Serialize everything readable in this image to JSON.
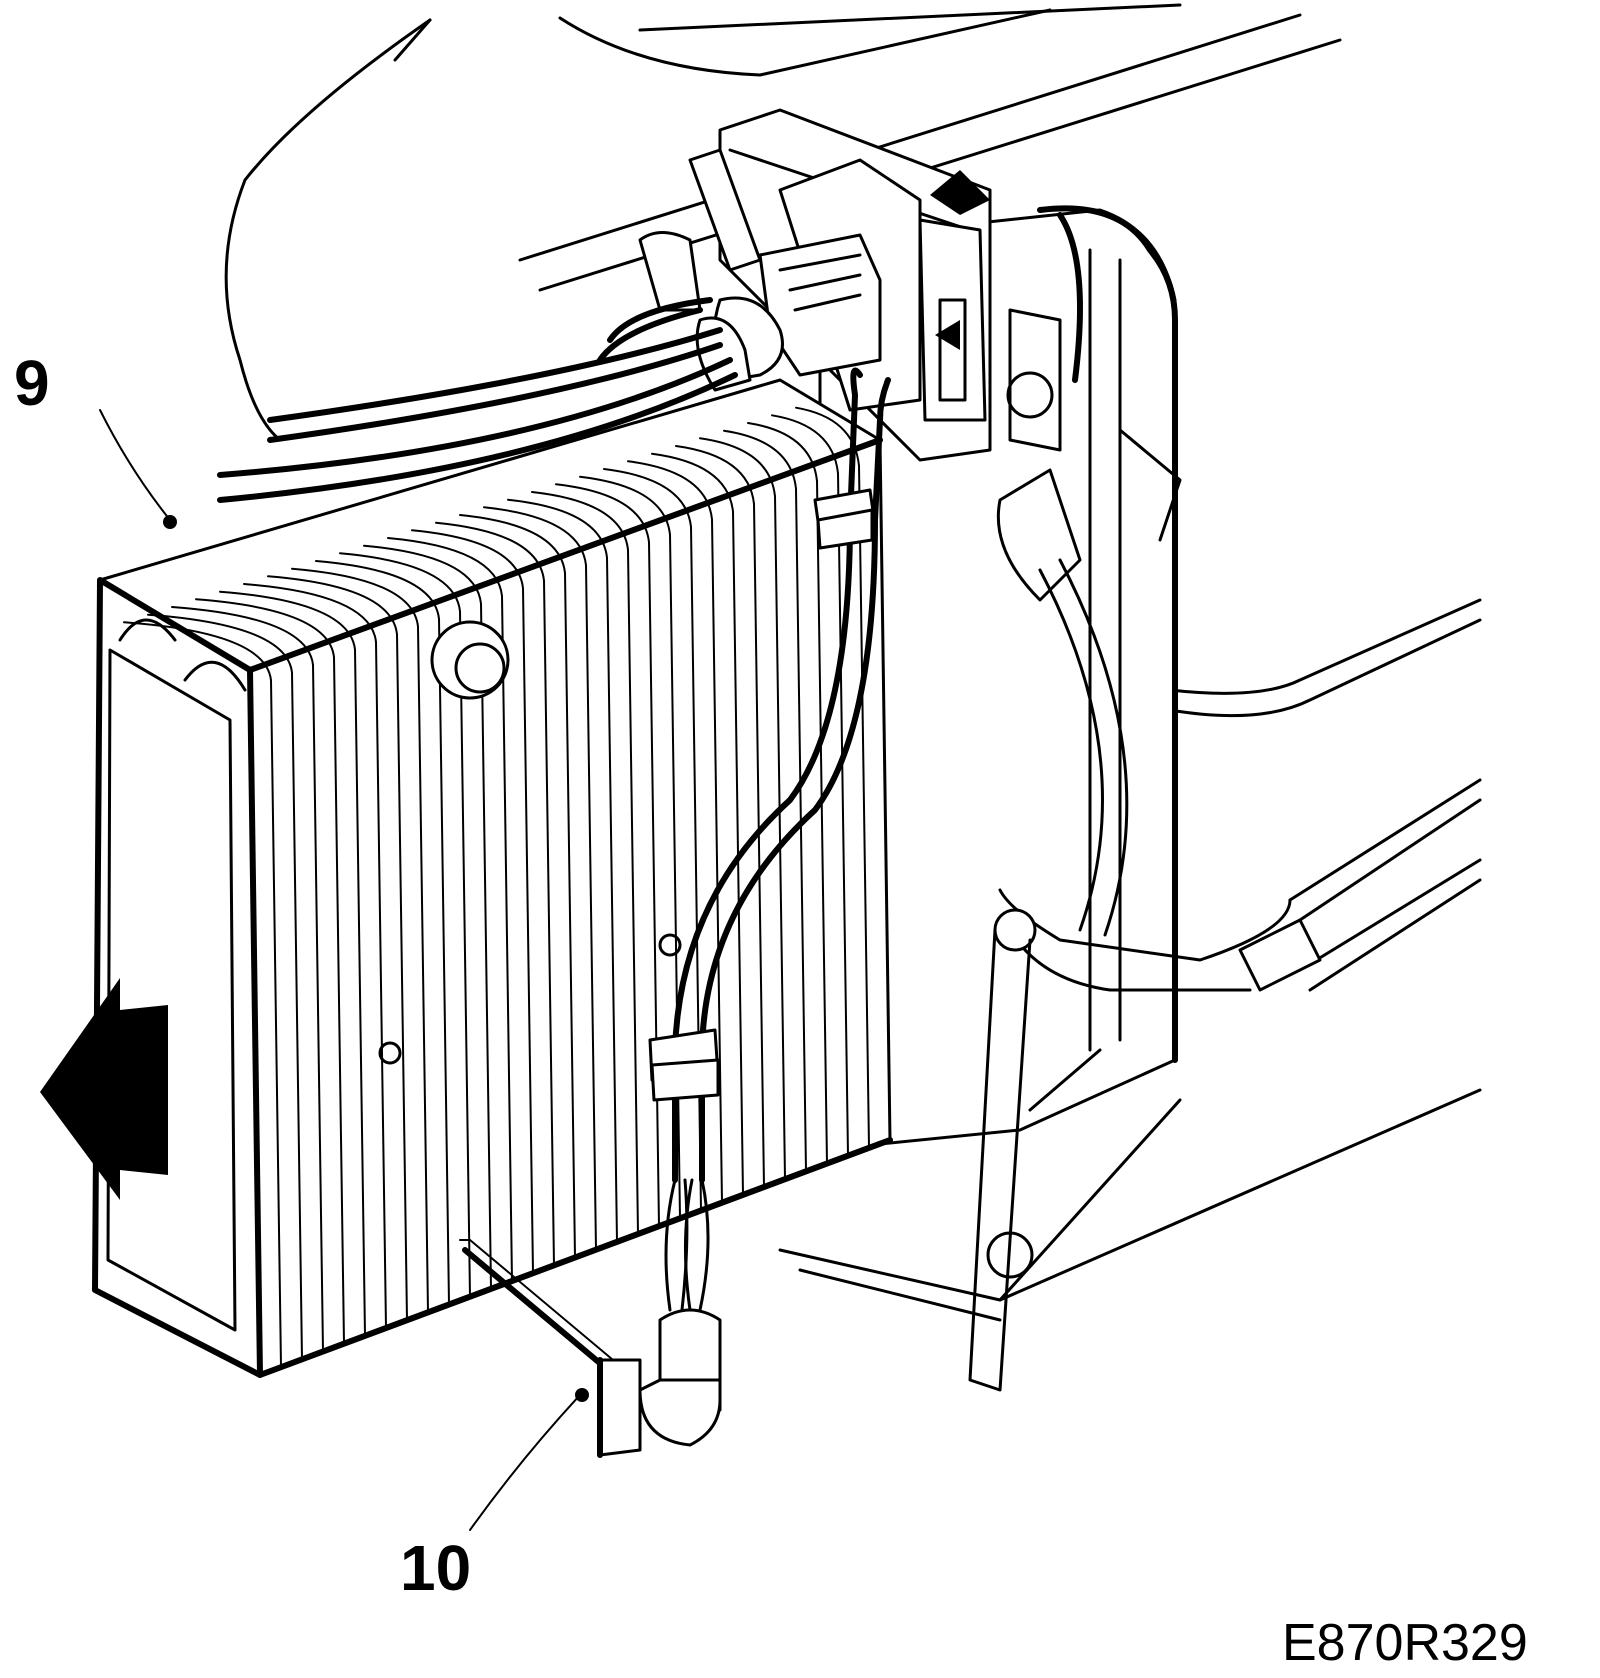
{
  "figure": {
    "callouts": [
      {
        "id": "9",
        "label": "9"
      },
      {
        "id": "10",
        "label": "10"
      }
    ],
    "reference_code": "E870R329",
    "arrow_direction": "left"
  }
}
